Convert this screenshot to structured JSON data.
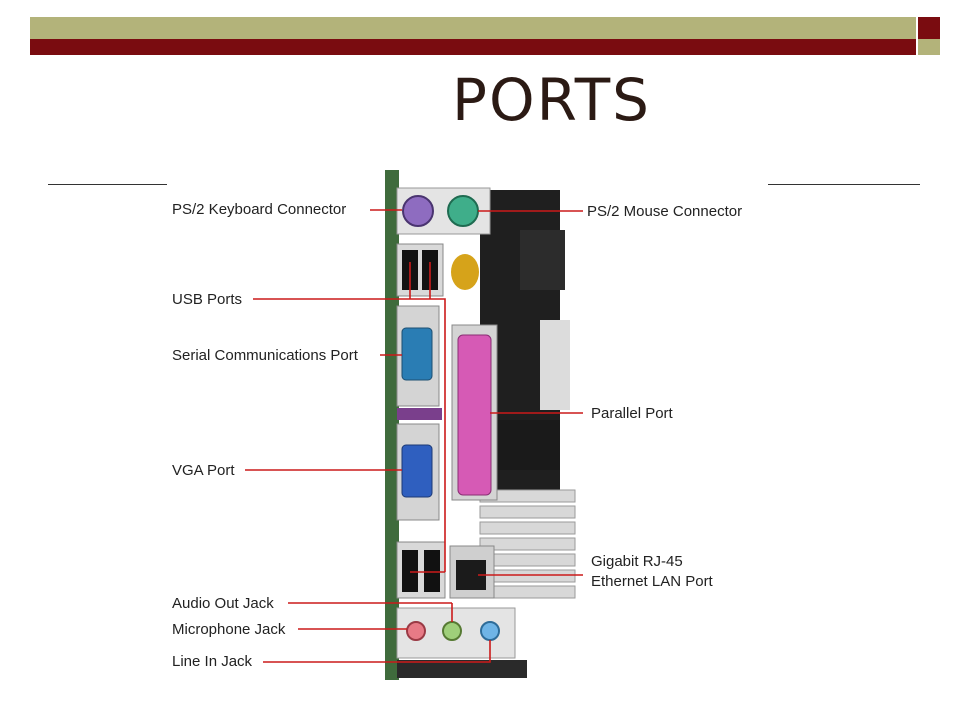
{
  "slide": {
    "title": "PORTS",
    "colors": {
      "accent_dark": "#7a0c10",
      "accent_light": "#b3b37a",
      "leader": "#cc1a1a"
    }
  },
  "labels": {
    "ps2_keyboard": "PS/2 Keyboard Connector",
    "ps2_mouse": "PS/2 Mouse Connector",
    "usb_ports": "USB Ports",
    "serial_port": "Serial Communications Port",
    "parallel_port": "Parallel Port",
    "vga_port": "VGA Port",
    "ethernet_line1": "Gigabit RJ-45",
    "ethernet_line2": "Ethernet LAN Port",
    "audio_out": "Audio Out Jack",
    "microphone": "Microphone Jack",
    "line_in": "Line In Jack"
  }
}
